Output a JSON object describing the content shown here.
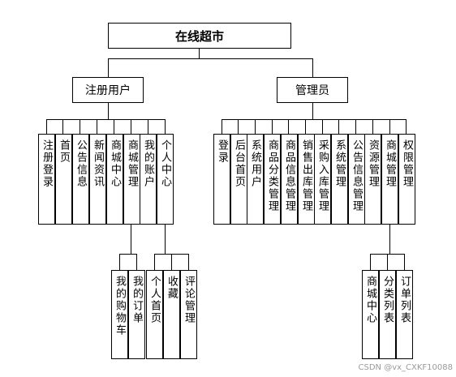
{
  "root": {
    "label": "在线超市"
  },
  "groups": [
    {
      "label": "注册用户",
      "children": [
        {
          "label": "注册登录"
        },
        {
          "label": "首页"
        },
        {
          "label": "公告信息"
        },
        {
          "label": "新闻资讯"
        },
        {
          "label": "商城中心"
        },
        {
          "label": "商城管理",
          "children": [
            {
              "label": "我的购物车"
            },
            {
              "label": "我的订单"
            }
          ]
        },
        {
          "label": "我的账户"
        },
        {
          "label": "个人中心",
          "children": [
            {
              "label": "个人首页"
            },
            {
              "label": "收藏"
            },
            {
              "label": "评论管理"
            }
          ]
        }
      ]
    },
    {
      "label": "管理员",
      "children": [
        {
          "label": "登录"
        },
        {
          "label": "后台首页"
        },
        {
          "label": "系统用户"
        },
        {
          "label": "商品分类管理"
        },
        {
          "label": "商品信息管理"
        },
        {
          "label": "销售出库管理"
        },
        {
          "label": "采购入库管理"
        },
        {
          "label": "系统管理"
        },
        {
          "label": "公告信息管理"
        },
        {
          "label": "资源管理"
        },
        {
          "label": "商城管理",
          "children": [
            {
              "label": "商城中心"
            },
            {
              "label": "分类列表"
            },
            {
              "label": "订单列表"
            }
          ]
        },
        {
          "label": "权限管理"
        }
      ]
    }
  ],
  "watermark": "CSDN @vx_CXKF10088"
}
